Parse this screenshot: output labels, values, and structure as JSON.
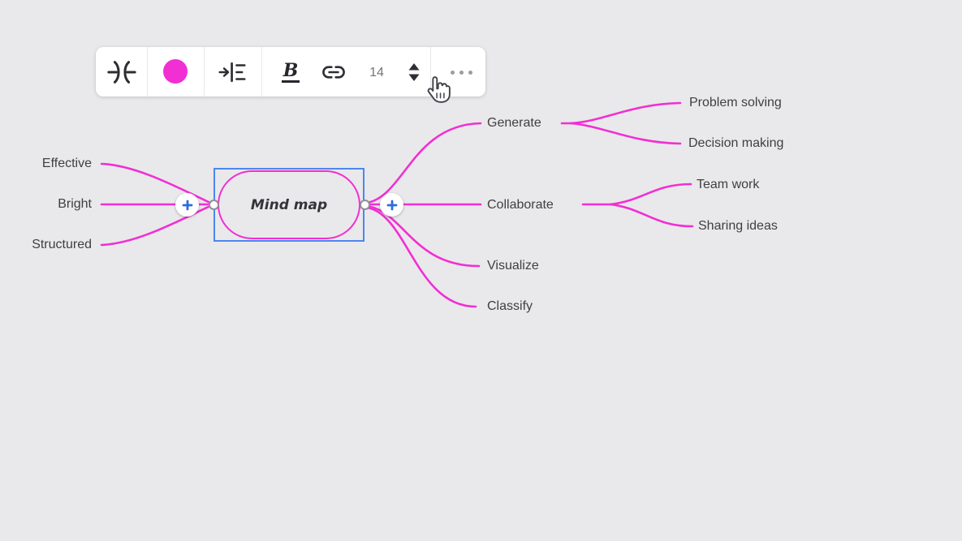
{
  "toolbar": {
    "bold_label": "B",
    "font_size": "14",
    "swatch_color": "#f12fd3"
  },
  "mindmap": {
    "root_label": "Mind map",
    "left_branches": [
      "Effective",
      "Bright",
      "Structured"
    ],
    "right_branches": [
      {
        "label": "Generate",
        "children": [
          "Problem solving",
          "Decision making"
        ]
      },
      {
        "label": "Collaborate",
        "children": [
          "Team work",
          "Sharing ideas"
        ]
      },
      {
        "label": "Visualize",
        "children": []
      },
      {
        "label": "Classify",
        "children": []
      }
    ]
  },
  "colors": {
    "background": "#e9e9eb",
    "branch": "#f12fd3",
    "accent_blue": "#2a6ce0",
    "selection_blue": "#4d86ef",
    "text": "#3f3f40"
  }
}
